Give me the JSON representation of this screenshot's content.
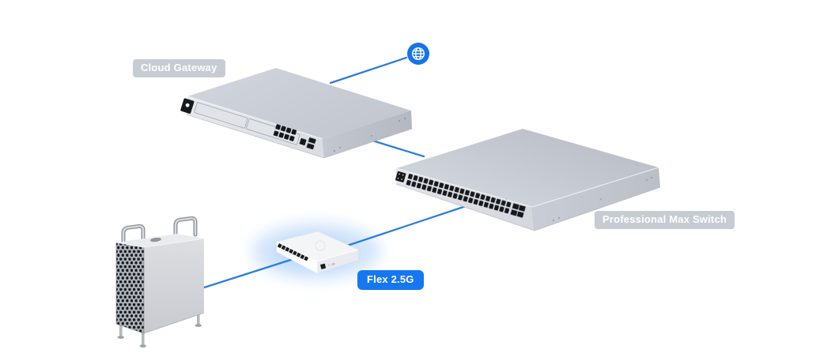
{
  "diagram": {
    "type": "network-topology",
    "colors": {
      "accent_blue": "#1677f0",
      "line_blue": "#2b7ce0",
      "label_gray": "#c7ccd3",
      "device_gray": "#c9ced6",
      "background": "#ffffff"
    },
    "nodes": [
      {
        "id": "internet",
        "icon": "globe-icon",
        "label": ""
      },
      {
        "id": "cloud-gateway",
        "label": "Cloud Gateway",
        "label_style": "gray",
        "ports_visible": "8 RJ45 + 1 RJ45 + 2 SFP"
      },
      {
        "id": "professional-max-switch",
        "label": "Professional Max Switch",
        "label_style": "gray",
        "ports_visible": "48 RJ45 + 4 SFP+"
      },
      {
        "id": "flex-25g",
        "label": "Flex 2.5G",
        "label_style": "blue",
        "ports_visible": "8 RJ45 + 1 RJ45"
      },
      {
        "id": "workstation-tower",
        "label": ""
      }
    ],
    "connections": [
      {
        "from": "internet",
        "to": "cloud-gateway"
      },
      {
        "from": "cloud-gateway",
        "to": "professional-max-switch"
      },
      {
        "from": "professional-max-switch",
        "to": "flex-25g"
      },
      {
        "from": "flex-25g",
        "to": "workstation-tower"
      }
    ]
  }
}
